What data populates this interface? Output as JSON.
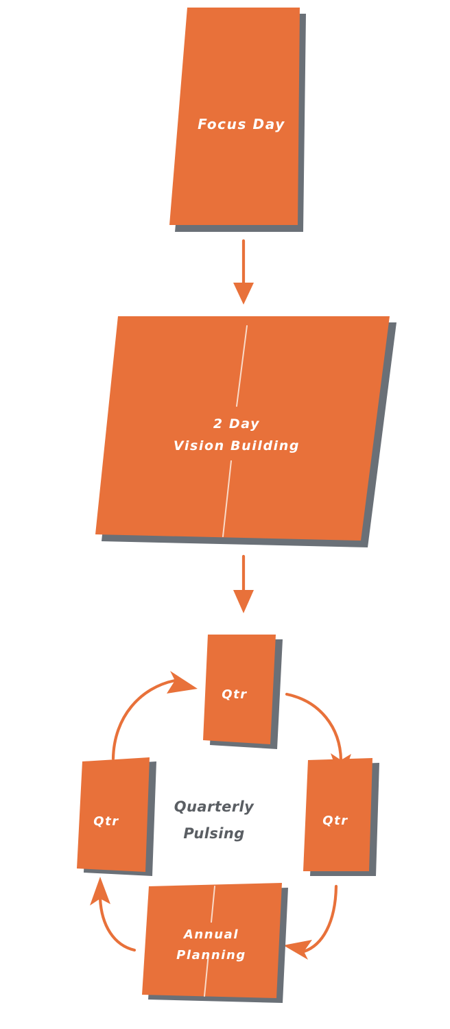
{
  "diagram": {
    "title": "Focus Day / Vision Building / Quarterly Pulsing process flow",
    "colors": {
      "box_fill": "#e8713a",
      "box_shadow": "#6a7077",
      "arrow": "#e8713a",
      "box_text": "#ffffff",
      "center_text": "#5a5e63",
      "divider": "#fbe4d6",
      "background": "#ffffff"
    },
    "stages": [
      {
        "id": "focus-day",
        "label": "Focus  Day",
        "shape": "skewed-rectangle",
        "has_divider": false
      },
      {
        "id": "vision-building",
        "label_line1": "2  Day",
        "label_line2": "Vision  Building",
        "shape": "skewed-rectangle",
        "has_divider": true
      }
    ],
    "cycle": {
      "center_label_line1": "Quarterly",
      "center_label_line2": "Pulsing",
      "direction": "clockwise",
      "nodes": [
        {
          "id": "qtr-top",
          "label": "Qtr",
          "position": "top"
        },
        {
          "id": "qtr-right",
          "label": "Qtr",
          "position": "right"
        },
        {
          "id": "annual-planning",
          "label_line1": "Annual",
          "label_line2": "Planning",
          "position": "bottom",
          "has_divider": true
        },
        {
          "id": "qtr-left",
          "label": "Qtr",
          "position": "left"
        }
      ],
      "connectors": [
        {
          "id": "arc-left-to-top",
          "from": "qtr-left",
          "to": "qtr-top"
        },
        {
          "id": "arc-top-to-right",
          "from": "qtr-top",
          "to": "qtr-right"
        },
        {
          "id": "arc-right-to-bottom",
          "from": "qtr-right",
          "to": "annual-planning"
        },
        {
          "id": "arc-bottom-to-left",
          "from": "annual-planning",
          "to": "qtr-left"
        }
      ]
    },
    "connectors": [
      {
        "id": "focus-to-vision",
        "from": "focus-day",
        "to": "vision-building",
        "style": "straight-down-arrow"
      },
      {
        "id": "vision-to-cycle",
        "from": "vision-building",
        "to": "qtr-top",
        "style": "straight-down-arrow"
      }
    ]
  }
}
